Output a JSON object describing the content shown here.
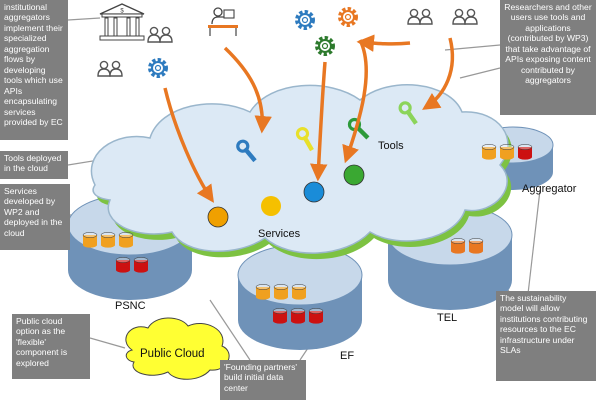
{
  "callouts": {
    "aggregators_note": "institutional aggregators implement their specialized aggregation flows by developing tools which use APIs encapsulating services provided by EC",
    "researchers_note": "Researchers and other users use tools and applications (contributed by WP3) that take advantage of APIs exposing content contributed by aggregators",
    "tools_cloud_note": "Tools deployed in the cloud",
    "services_note": "Services developed by WP2 and deployed in the cloud",
    "public_cloud_note": "Public cloud option as the 'flexible' component is explored",
    "sustainability_note": "The sustainability model will allow institutions contributing resources to the EC infrastructure under SLAs",
    "founding_note": "'Founding partners' build initial data center"
  },
  "labels": {
    "tools": "Tools",
    "services": "Services",
    "aggregator": "Aggregator",
    "psnc": "PSNC",
    "ef": "EF",
    "tel": "TEL",
    "public_cloud": "Public Cloud"
  },
  "colors": {
    "cloud_fill": "#dce9f5",
    "cloud_stroke": "#9ab6cc",
    "cloud_shadow": "#7dc242",
    "arrow": "#e87722",
    "callout_bg": "#7f7f7f",
    "disk_top": "#c7d8ea",
    "disk_side": "#6f92b8",
    "public_cloud": "#ffff33",
    "gear_blue": "#2e7bbf",
    "gear_orange": "#e87722",
    "gear_green": "#2d7a2d",
    "db_orange": "#f0a020",
    "db_red": "#cc1111",
    "ball_blue": "#1a8cd8",
    "ball_green": "#3aa832",
    "ball_yellow": "#f5c000",
    "ball_orange": "#f0a000"
  },
  "icons": {
    "bank": "bank-icon",
    "user_group": "user-group-icon",
    "user_desk": "user-at-desk-icon",
    "gear": "gear-icon",
    "wrench": "wrench-icon",
    "database": "database-icon"
  }
}
